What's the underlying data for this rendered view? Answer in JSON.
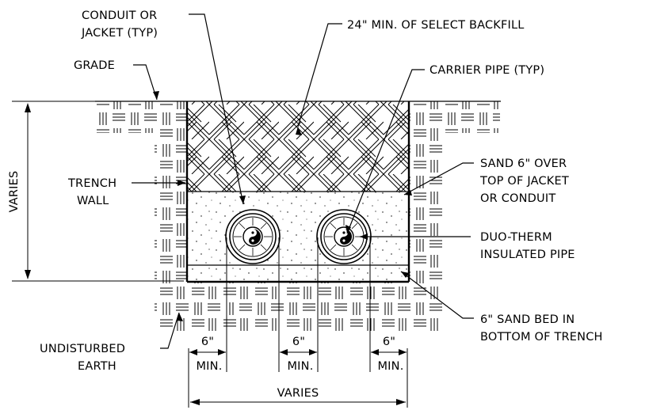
{
  "labels": {
    "conduit_1": "CONDUIT OR",
    "conduit_2": "JACKET (TYP)",
    "backfill": "24\" MIN. OF SELECT BACKFILL",
    "grade": "GRADE",
    "carrier": "CARRIER PIPE (TYP)",
    "sand_over_1": "SAND 6\" OVER",
    "sand_over_2": "TOP OF JACKET",
    "sand_over_3": "OR CONDUIT",
    "trench_1": "TRENCH",
    "trench_2": "WALL",
    "varies_vertical": "VARIES",
    "duo_1": "DUO-THERM",
    "duo_2": "INSULATED PIPE",
    "sand_bed_1": "6\" SAND BED IN",
    "sand_bed_2": "BOTTOM OF TRENCH",
    "undisturbed_1": "UNDISTURBED",
    "undisturbed_2": "EARTH",
    "dim_1_top": "6\"",
    "dim_1_bottom": "MIN.",
    "dim_2_top": "6\"",
    "dim_2_bottom": "MIN.",
    "dim_3_top": "6\"",
    "dim_3_bottom": "MIN.",
    "varies_horizontal": "VARIES"
  },
  "colors": {
    "line": "#000000",
    "background": "#ffffff"
  },
  "icons": [
    "insulated-pipe-icon",
    "insulated-pipe-icon"
  ]
}
